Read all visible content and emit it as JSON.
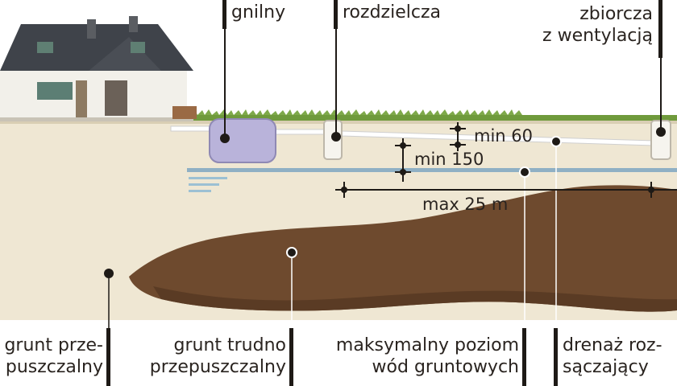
{
  "labels": {
    "septic_tank": "gnilny",
    "distribution_box": "rozdzielcza",
    "collector_vent": [
      "zbiorcza",
      "z wentylacją"
    ],
    "permeable_soil": [
      "grunt prze-",
      "puszczalny"
    ],
    "impermeable_soil": [
      "grunt trudno",
      "przepuszczalny"
    ],
    "groundwater": [
      "maksymalny poziom",
      "wód gruntowych"
    ],
    "drainage": [
      "drenaż roz-",
      "sączający"
    ]
  },
  "dimensions": {
    "min_60": "min 60",
    "min_150": "min 150",
    "max_25m": "max 25 m"
  },
  "colors": {
    "sky": "#ffffff",
    "soil": "#efe7d3",
    "impermeable": "#6e4a2e",
    "tank": "#b9b3da",
    "grass": "#6f9a3c",
    "water": "#8fb0c4",
    "roof": "#3f434a"
  }
}
